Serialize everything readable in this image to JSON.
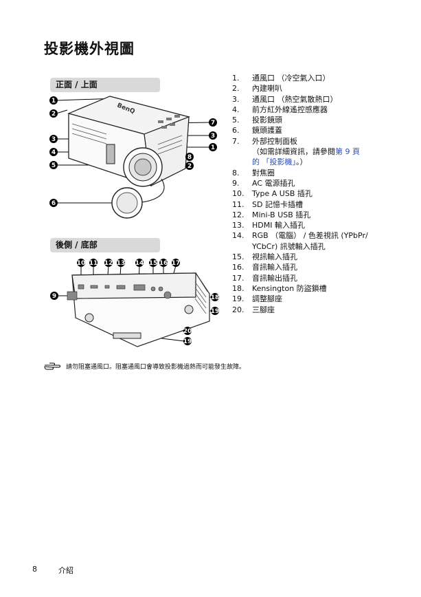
{
  "page_title": "投影機外視圖",
  "sections": {
    "front_top": "正面 / 上面",
    "rear_bottom": "後側 / 底部"
  },
  "front_callouts": [
    "1",
    "2",
    "3",
    "4",
    "5",
    "6",
    "7",
    "3",
    "1",
    "8",
    "2"
  ],
  "rear_callouts": [
    "10",
    "11",
    "12",
    "13",
    "14",
    "15",
    "16",
    "17",
    "9",
    "18",
    "19",
    "20",
    "19"
  ],
  "brand_mark": "BenQ",
  "parts": [
    {
      "num": "1.",
      "text": "通風口 （冷空氣入口）"
    },
    {
      "num": "2.",
      "text": "內建喇叭"
    },
    {
      "num": "3.",
      "text": "通風口 （熱空氣散熱口）"
    },
    {
      "num": "4.",
      "text": "前方紅外線遙控感應器"
    },
    {
      "num": "5.",
      "text": "投影鏡頭"
    },
    {
      "num": "6.",
      "text": "鏡頭護蓋"
    },
    {
      "num": "7.",
      "text": "外部控制面板"
    },
    {
      "num": "8.",
      "text": "對焦圈"
    },
    {
      "num": "9.",
      "text": "AC 電源插孔"
    },
    {
      "num": "10.",
      "text": "Type A USB 插孔"
    },
    {
      "num": "11.",
      "text": "SD 記憶卡插槽"
    },
    {
      "num": "12.",
      "text": "Mini-B USB 插孔"
    },
    {
      "num": "13.",
      "text": "HDMI 輸入插孔"
    },
    {
      "num": "14.",
      "text": "RGB （電腦） / 色差視訊 (YPbPr/"
    },
    {
      "num": "15.",
      "text": "視訊輸入插孔"
    },
    {
      "num": "16.",
      "text": "音訊輸入插孔"
    },
    {
      "num": "17.",
      "text": "音訊輸出插孔"
    },
    {
      "num": "18.",
      "text": "Kensington 防盜鎖槽"
    },
    {
      "num": "19.",
      "text": "調整腳座"
    },
    {
      "num": "20.",
      "text": "三腳座"
    }
  ],
  "part7_note_prefix": "（如需詳細資訊，請參閱",
  "part7_note_link": "第 9 頁",
  "part7_note_link2": "的 「投影機」",
  "part7_note_suffix": "。）",
  "part14_cont": "YCbCr) 訊號輸入插孔",
  "note_text": "請勿阻塞通風口。阻塞通風口會導致投影機過熱而可能發生故障。",
  "footer": {
    "page_number": "8",
    "section": "介紹"
  }
}
